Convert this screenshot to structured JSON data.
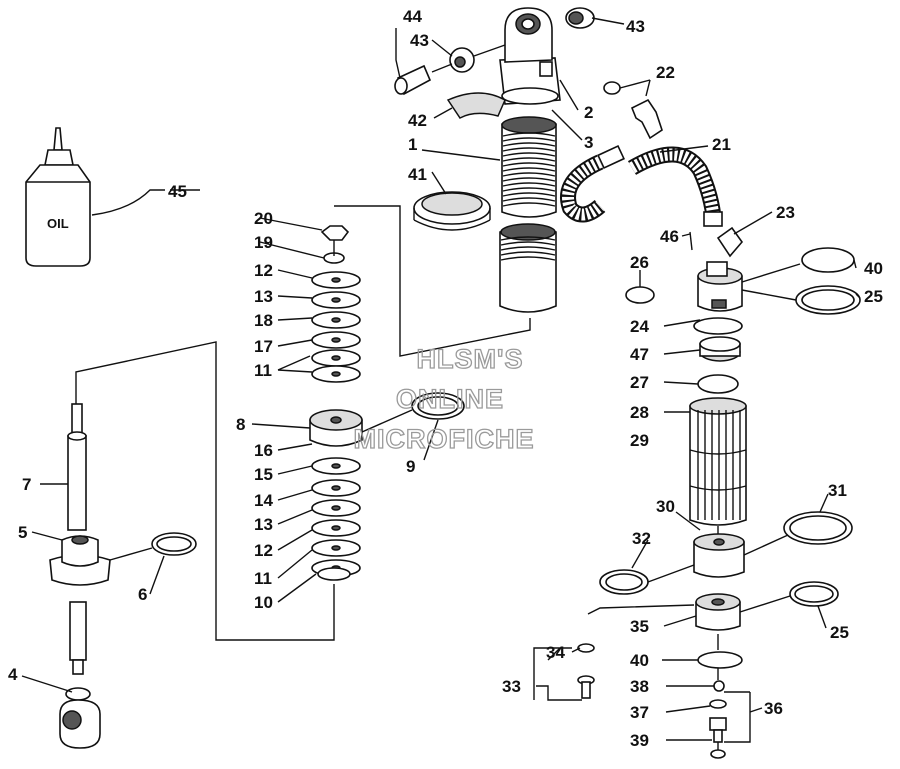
{
  "diagram": {
    "oil_label": "OIL",
    "watermark": [
      "HLSM'S",
      "ONLINE",
      "MICROFICHE"
    ],
    "callouts": [
      {
        "id": "c44",
        "text": "44"
      },
      {
        "id": "c43a",
        "text": "43"
      },
      {
        "id": "c43b",
        "text": "43"
      },
      {
        "id": "c22",
        "text": "22"
      },
      {
        "id": "c2",
        "text": "2"
      },
      {
        "id": "c42",
        "text": "42"
      },
      {
        "id": "c3",
        "text": "3"
      },
      {
        "id": "c1",
        "text": "1"
      },
      {
        "id": "c41",
        "text": "41"
      },
      {
        "id": "c21",
        "text": "21"
      },
      {
        "id": "c45",
        "text": "45"
      },
      {
        "id": "c20",
        "text": "20"
      },
      {
        "id": "c19",
        "text": "19"
      },
      {
        "id": "c12a",
        "text": "12"
      },
      {
        "id": "c13a",
        "text": "13"
      },
      {
        "id": "c18",
        "text": "18"
      },
      {
        "id": "c17",
        "text": "17"
      },
      {
        "id": "c11a",
        "text": "11"
      },
      {
        "id": "c8",
        "text": "8"
      },
      {
        "id": "c9",
        "text": "9"
      },
      {
        "id": "c16",
        "text": "16"
      },
      {
        "id": "c15",
        "text": "15"
      },
      {
        "id": "c14",
        "text": "14"
      },
      {
        "id": "c13b",
        "text": "13"
      },
      {
        "id": "c12b",
        "text": "12"
      },
      {
        "id": "c11b",
        "text": "11"
      },
      {
        "id": "c10",
        "text": "10"
      },
      {
        "id": "c7",
        "text": "7"
      },
      {
        "id": "c5",
        "text": "5"
      },
      {
        "id": "c6",
        "text": "6"
      },
      {
        "id": "c4",
        "text": "4"
      },
      {
        "id": "c23",
        "text": "23"
      },
      {
        "id": "c46",
        "text": "46"
      },
      {
        "id": "c26",
        "text": "26"
      },
      {
        "id": "c40a",
        "text": "40"
      },
      {
        "id": "c25a",
        "text": "25"
      },
      {
        "id": "c24",
        "text": "24"
      },
      {
        "id": "c47",
        "text": "47"
      },
      {
        "id": "c27",
        "text": "27"
      },
      {
        "id": "c28",
        "text": "28"
      },
      {
        "id": "c29",
        "text": "29"
      },
      {
        "id": "c30",
        "text": "30"
      },
      {
        "id": "c31",
        "text": "31"
      },
      {
        "id": "c32",
        "text": "32"
      },
      {
        "id": "c35",
        "text": "35"
      },
      {
        "id": "c25b",
        "text": "25"
      },
      {
        "id": "c34",
        "text": "34"
      },
      {
        "id": "c33",
        "text": "33"
      },
      {
        "id": "c40b",
        "text": "40"
      },
      {
        "id": "c38",
        "text": "38"
      },
      {
        "id": "c37",
        "text": "37"
      },
      {
        "id": "c36",
        "text": "36"
      },
      {
        "id": "c39",
        "text": "39"
      }
    ]
  }
}
